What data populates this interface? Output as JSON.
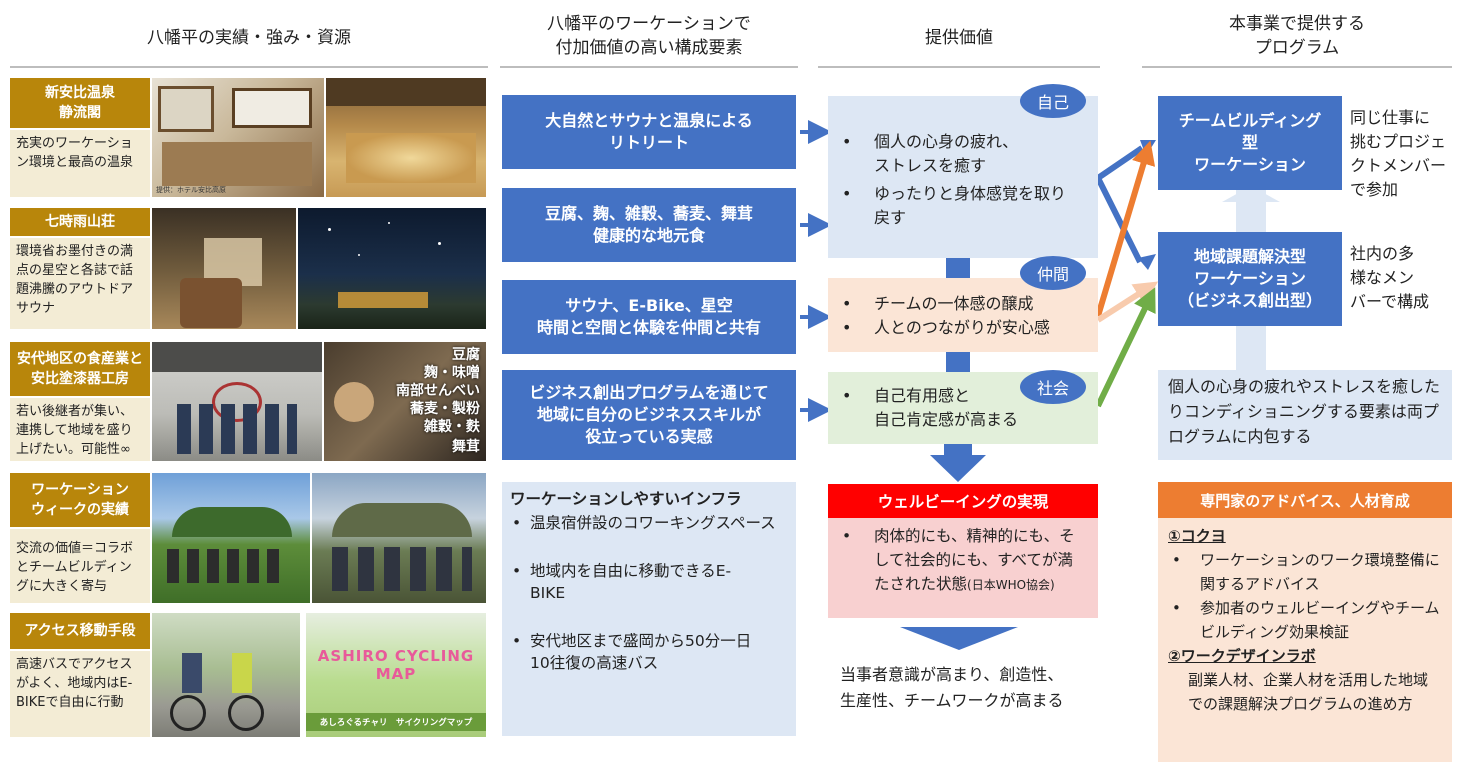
{
  "headers": {
    "col1": "八幡平の実績・強み・資源",
    "col2_line1": "八幡平のワーケーションで",
    "col2_line2": "付加価値の高い構成要素",
    "col3": "提供価値",
    "col4_line1": "本事業で提供する",
    "col4_line2": "プログラム"
  },
  "resources": [
    {
      "title": "新安比温泉\n静流閣",
      "desc": "充実のワーケーション環境と最高の温泉"
    },
    {
      "title": "七時雨山荘",
      "desc": "環境省お墨付きの満点の星空と各誌で話題沸騰のアウトドアサウナ"
    },
    {
      "title": "安代地区の食産業と安比塗漆器工房",
      "desc": "若い後継者が集い、連携して地域を盛り上げたい。可能性∞"
    },
    {
      "title": "ワーケーション\nウィークの実績",
      "desc": "交流の価値＝コラボとチームビルディングに大きく寄与"
    },
    {
      "title": "アクセス移動手段",
      "desc": "高速バスでアクセスがよく、地域内はE-BIKEで自由に行動"
    }
  ],
  "photo_texts": {
    "onsen_caption": "提供：ホテル安比高原",
    "food_labels": [
      "豆腐",
      "麹・味噌",
      "南部せんべい",
      "蕎麦・製粉",
      "雑穀・麩",
      "舞茸"
    ],
    "map_title": "ASHIRO CYCLING MAP",
    "map_subtitle": "あしろぐるチャリ　サイクリングマップ"
  },
  "elements": [
    "大自然とサウナと温泉による\nリトリート",
    "豆腐、麹、雑穀、蕎麦、舞茸\n健康的な地元食",
    "サウナ、E-Bike、星空\n時間と空間と体験を仲間と共有",
    "ビジネス創出プログラムを通じて\n地域に自分のビジネススキルが\n役立っている実感"
  ],
  "infra": {
    "title": "ワーケーションしやすいインフラ",
    "items": [
      "温泉宿併設のコワーキングスペース",
      "地域内を自由に移動できるE-BIKE",
      "安代地区まで盛岡から50分一日10往復の高速バス"
    ]
  },
  "values": {
    "self": {
      "tag": "自己",
      "items": [
        "個人の心身の疲れ、\nストレスを癒す",
        "ゆったりと身体感覚を取り\n戻す"
      ]
    },
    "peers": {
      "tag": "仲間",
      "items": [
        "チームの一体感の醸成",
        "人とのつながりが安心感"
      ]
    },
    "society": {
      "tag": "社会",
      "items": [
        "自己有用感と\n自己肯定感が高まる"
      ]
    }
  },
  "wellbeing": {
    "title": "ウェルビーイングの実現",
    "body": "肉体的にも、精神的にも、そして社会的にも、すべてが満たされた状態",
    "source": "(日本WHO協会)"
  },
  "outcome": "当事者意識が高まり、創造性、\n生産性、チームワークが高まる",
  "programs": [
    {
      "title": "チームビルディング\n型\nワーケーション",
      "side": "同じ仕事に\n挑むプロジェ\nクトメンバー\nで参加"
    },
    {
      "title": "地域課題解決型\nワーケーション\n（ビジネス創出型）",
      "side": "社内の多\n様なメン\nバーで構成"
    }
  ],
  "inclusion": "個人の心身の疲れやストレスを癒したりコンディショニングする要素は両プログラムに内包する",
  "expert": {
    "title": "専門家のアドバイス、人材育成",
    "org1": "①コクヨ",
    "org1_items": [
      "ワーケーションのワーク環境整備に関するアドバイス",
      "参加者のウェルビーイングやチームビルディング効果検証"
    ],
    "org2": "②ワークデザインラボ",
    "org2_text": "副業人材、企業人材を活用した地域での課題解決プログラムの進め方"
  },
  "colors": {
    "gold": "#b8860b",
    "blue": "#4472c4",
    "orange": "#ed7d31",
    "green": "#70ad47",
    "red": "#ff0000"
  }
}
